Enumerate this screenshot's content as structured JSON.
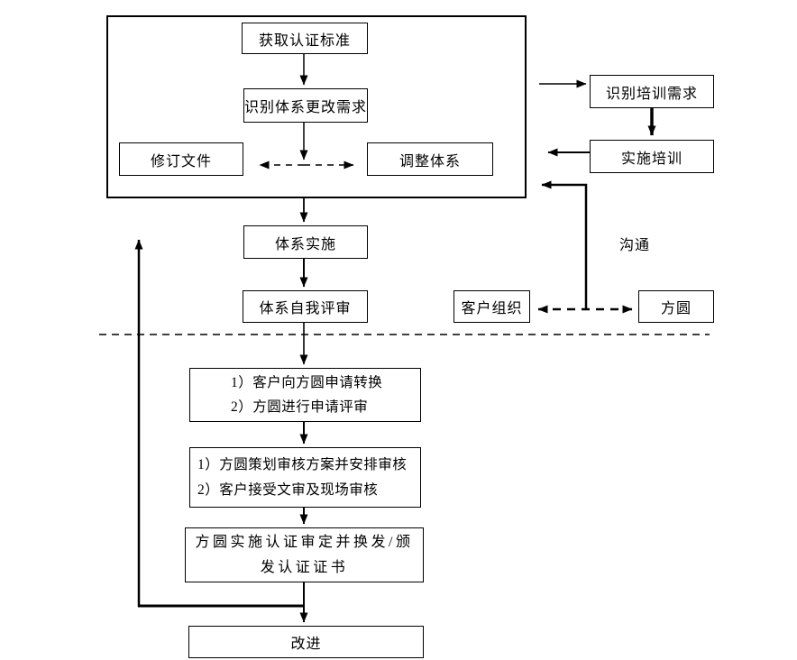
{
  "diagram": {
    "title": "certification transfer / system change flowchart",
    "colors": {
      "line": "#000000",
      "background": "#ffffff",
      "text": "#000000"
    },
    "nodes": {
      "acquire_standard": "获取认证标准",
      "identify_change": "识别体系更改需求",
      "revise_docs": "修订文件",
      "adjust_system": "调整体系",
      "identify_training": "识别培训需求",
      "implement_training": "实施培训",
      "system_implementation": "体系实施",
      "self_review": "体系自我评审",
      "customer_org": "客户组织",
      "fangyuan": "方圆",
      "step_apply_line1": "1）客户向方圆申请转换",
      "step_apply_line2": "2）方圆进行申请评审",
      "step_audit_line1": "1）方圆策划审核方案并安排审核",
      "step_audit_line2": "2）客户接受文审及现场审核",
      "step_certify_line1": "方圆实施认证审定并换发/颁",
      "step_certify_line2": "发认证证书",
      "improve": "改进"
    },
    "labels": {
      "communication": "沟通"
    }
  }
}
